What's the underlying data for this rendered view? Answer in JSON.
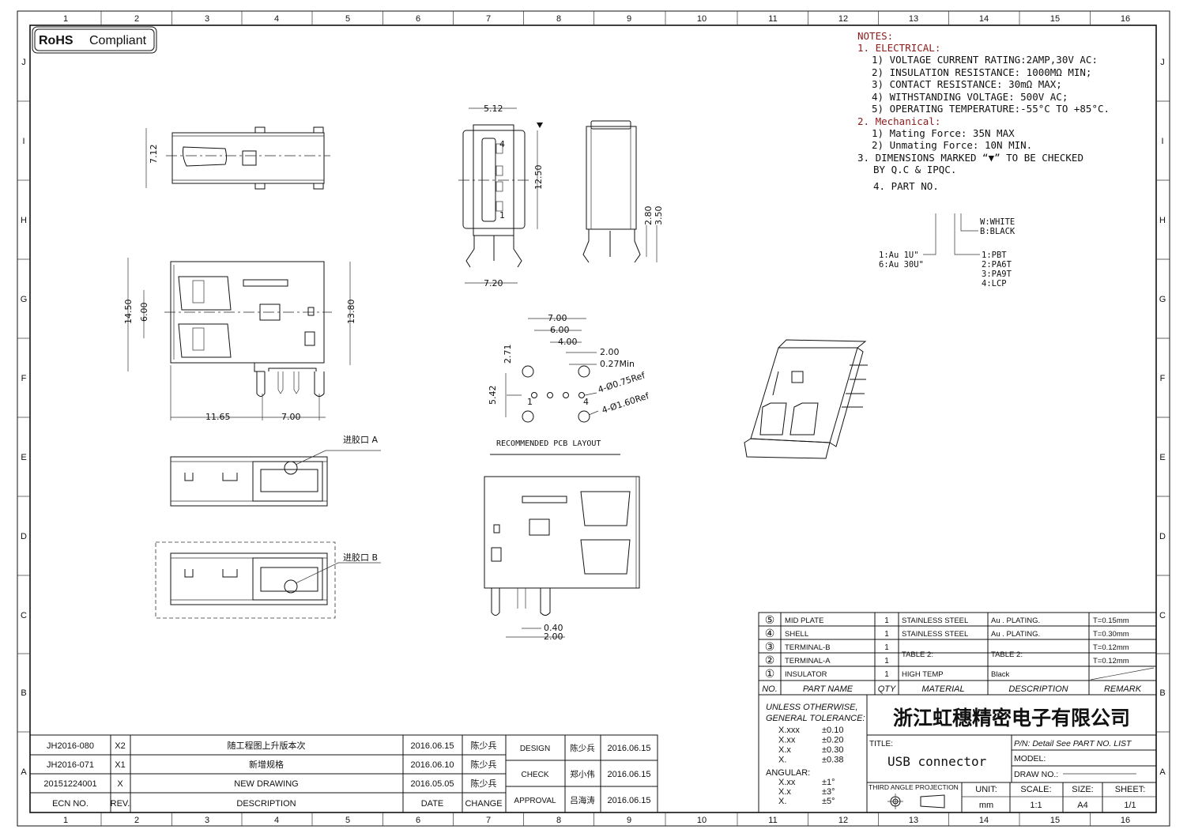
{
  "badge": {
    "rohs": "RoHS",
    "compliant": "Compliant"
  },
  "grid": {
    "columns": [
      "1",
      "2",
      "3",
      "4",
      "5",
      "6",
      "7",
      "8",
      "9",
      "10",
      "11",
      "12",
      "13",
      "14",
      "15",
      "16"
    ],
    "rows": [
      "J",
      "I",
      "H",
      "G",
      "F",
      "E",
      "D",
      "C",
      "B",
      "A"
    ]
  },
  "notes": {
    "heading": "NOTES:",
    "electrical_heading": "1. ELECTRICAL:",
    "electrical": [
      "1) VOLTAGE CURRENT RATING:2AMP,30V AC:",
      "2) INSULATION RESISTANCE: 1000MΩ MIN;",
      "3) CONTACT RESISTANCE: 30mΩ MAX;",
      "4) WITHSTANDING VOLTAGE: 500V AC;",
      "5) OPERATING TEMPERATURE:-55°C TO +85°C."
    ],
    "mechanical_heading": "2. Mechanical:",
    "mechanical": [
      "1) Mating Force: 35N   MAX",
      "2) Unmating Force: 10N   MIN."
    ],
    "note3_line1": "3. DIMENSIONS MARKED “▼” TO BE CHECKED",
    "note3_line2": "BY Q.C & IPQC.",
    "note4": "4. PART NO.",
    "part_no": {
      "color": [
        "W:WHITE",
        "B:BLACK"
      ],
      "plating": [
        "1:Au 1U\"",
        "6:Au 30U\""
      ],
      "material": [
        "1:PBT",
        "2:PA6T",
        "3:PA9T",
        "4:LCP"
      ]
    }
  },
  "dimensions": {
    "top_view": {
      "height": "7.12"
    },
    "front_view": {
      "total_height": "14.50",
      "body_height": "13.80",
      "port_pitch": "6.00",
      "to_pin": "11.65",
      "pin_span": "7.00"
    },
    "end_view": {
      "width_top": "5.12",
      "height": "12.50",
      "width_bottom": "7.20"
    },
    "side_view": {
      "pin_a": "2.80",
      "pin_b": "3.50"
    },
    "pcb": {
      "d1": "7.00",
      "d2": "6.00",
      "d3": "4.00",
      "d4": "2.00",
      "d5": "0.27Min",
      "v1": "2.71",
      "v2": "5.42",
      "hole_small": "4-Ø0.75Ref",
      "hole_big": "4-Ø1.60Ref",
      "pin1": "1",
      "pin4": "4",
      "title": "RECOMMENDED PCB LAYOUT"
    },
    "bottom_view": {
      "d1": "0.40",
      "d2": "2.00"
    },
    "pin_labels": {
      "p1": "1",
      "p4": "4"
    },
    "gate_a": "进胶口 A",
    "gate_b": "进胶口 B"
  },
  "bom": {
    "headers": [
      "NO.",
      "PART NAME",
      "QTY",
      "MATERIAL",
      "DESCRIPTION",
      "REMARK"
    ],
    "rows": [
      {
        "no": "⑤",
        "name": "MID PLATE",
        "qty": "1",
        "material": "STAINLESS STEEL",
        "description": "Au . PLATING.",
        "remark": "T=0.15mm"
      },
      {
        "no": "④",
        "name": "SHELL",
        "qty": "1",
        "material": "STAINLESS STEEL",
        "description": "Au . PLATING.",
        "remark": "T=0.30mm"
      },
      {
        "no": "③",
        "name": "TERMINAL-B",
        "qty": "1",
        "material": "TABLE 2:",
        "description": "TABLE 2:",
        "remark": "T=0.12mm"
      },
      {
        "no": "②",
        "name": "TERMINAL-A",
        "qty": "1",
        "material": "",
        "description": "",
        "remark": "T=0.12mm"
      },
      {
        "no": "①",
        "name": "INSULATOR",
        "qty": "1",
        "material": "HIGH TEMP",
        "description": "Black",
        "remark": ""
      }
    ]
  },
  "title_block": {
    "tolerance_heading1": "UNLESS OTHERWISE,",
    "tolerance_heading2": "GENERAL TOLERANCE:",
    "tolerances": [
      [
        "X.xxx",
        "±0.10"
      ],
      [
        "X.xx",
        "±0.20"
      ],
      [
        "X.x",
        "±0.30"
      ],
      [
        "X.",
        "±0.38"
      ]
    ],
    "angular_heading": "ANGULAR:",
    "angular": [
      [
        "X.xx",
        "±1°"
      ],
      [
        "X.x",
        "±3°"
      ],
      [
        "X.",
        "±5°"
      ]
    ],
    "company": "浙江虹穗精密电子有限公司",
    "title_label": "TITLE:",
    "title": "USB connector",
    "pn": "P/N: Detail  See  PART  NO.  LIST",
    "model": "MODEL:",
    "draw_no": "DRAW  NO.:",
    "projection": "THIRD  ANGLE  PROJECTION",
    "unit_label": "UNIT:",
    "unit": "mm",
    "scale_label": "SCALE:",
    "scale": "1:1",
    "size_label": "SIZE:",
    "size": "A4",
    "sheet_label": "SHEET:",
    "sheet": "1/1"
  },
  "revisions": {
    "headers": [
      "ECN  NO.",
      "REV.",
      "DESCRIPTION",
      "DATE",
      "CHANGE"
    ],
    "rows": [
      {
        "ecn": "JH2016-080",
        "rev": "X2",
        "description": "随工程图上升版本次",
        "date": "2016.06.15",
        "change": "陈少兵"
      },
      {
        "ecn": "JH2016-071",
        "rev": "X1",
        "description": "新增规格",
        "date": "2016.06.10",
        "change": "陈少兵"
      },
      {
        "ecn": "20151224001",
        "rev": "X",
        "description": "NEW  DRAWING",
        "date": "2016.05.05",
        "change": "陈少兵"
      }
    ],
    "approvals": [
      {
        "role": "DESIGN",
        "name": "陈少兵",
        "date": "2016.06.15"
      },
      {
        "role": "CHECK",
        "name": "郑小伟",
        "date": "2016.06.15"
      },
      {
        "role": "APPROVAL",
        "name": "吕海涛",
        "date": "2016.06.15"
      }
    ]
  }
}
